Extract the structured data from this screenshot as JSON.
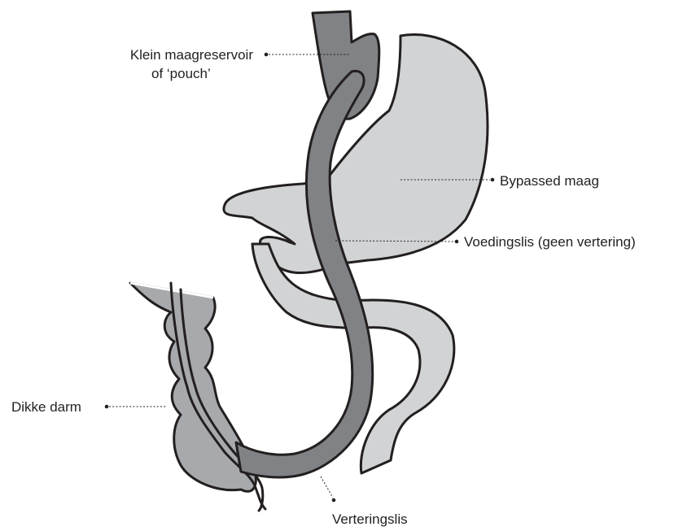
{
  "labels": {
    "pouch_line1": "Klein maagreservoir",
    "pouch_line2": "of ‘pouch’",
    "bypassed_stomach": "Bypassed maag",
    "feeding_loop": "Voedingslis (geen vertering)",
    "large_intestine": "Dikke darm",
    "digestive_loop": "Verteringslis"
  },
  "colors": {
    "outline": "#231f20",
    "stomach_fill": "#d1d3d4",
    "pouch_fill": "#808285",
    "colon_fill": "#a7a9ac",
    "background": "#ffffff"
  }
}
